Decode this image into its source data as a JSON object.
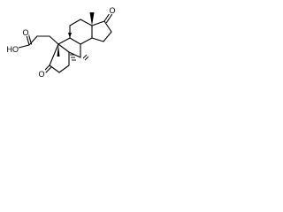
{
  "structure": {
    "atoms": {
      "hydroxyl": "HO",
      "carboxyl_oxygen": "O",
      "ring_a_ketone_oxygen": "O",
      "ring_d_ketone_oxygen": "O"
    },
    "colors": {
      "bond": "#000000",
      "background": "#ffffff"
    }
  }
}
